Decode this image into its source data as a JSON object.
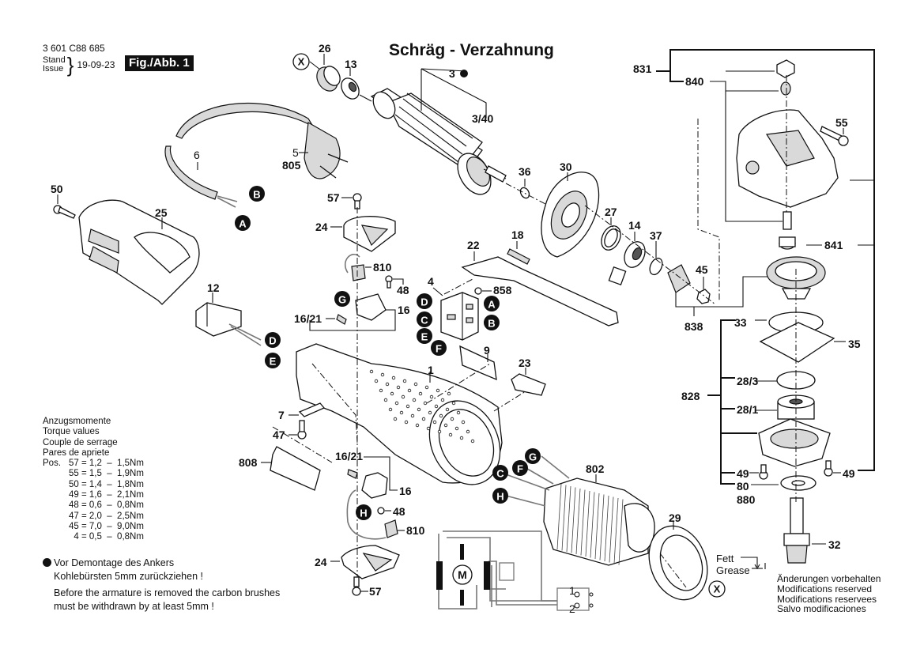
{
  "header": {
    "part_number": "3 601 C88 685",
    "stand_label": "Stand",
    "issue_label": "Issue",
    "issue_date": "19-09-23",
    "figure_badge": "Fig./Abb. 1",
    "title": "Schräg - Verzahnung"
  },
  "torque": {
    "headings": [
      "Anzugsmomente",
      "Torque values",
      "Couple de serrage",
      "Pares de apriete"
    ],
    "pos_label": "Pos.",
    "rows": [
      {
        "pos": "57",
        "min": "1,2",
        "max": "1,5Nm"
      },
      {
        "pos": "55",
        "min": "1,5",
        "max": "1,9Nm"
      },
      {
        "pos": "50",
        "min": "1,4",
        "max": "1,8Nm"
      },
      {
        "pos": "49",
        "min": "1,6",
        "max": "2,1Nm"
      },
      {
        "pos": "48",
        "min": "0,6",
        "max": "0,8Nm"
      },
      {
        "pos": "47",
        "min": "2,0",
        "max": "2,5Nm"
      },
      {
        "pos": "45",
        "min": "7,0",
        "max": "9,0Nm"
      },
      {
        "pos": "4",
        "min": "0,5",
        "max": "0,8Nm"
      }
    ]
  },
  "note": {
    "de_line1": "Vor Demontage des Ankers",
    "de_line2": "Kohlebürsten 5mm zurückziehen !",
    "en_line1": "Before the armature is removed the carbon brushes",
    "en_line2": "must be withdrawn by at least 5mm !"
  },
  "modifications": [
    "Änderungen vorbehalten",
    "Modifications reserved",
    "Modifications reservees",
    "Salvo modificaciones"
  ],
  "grease": {
    "de": "Fett",
    "en": "Grease"
  },
  "connector_markers": {
    "A": "A",
    "B": "B",
    "C": "C",
    "D": "D",
    "E": "E",
    "F": "F",
    "G": "G",
    "H": "H"
  },
  "x_marker": "X",
  "motor_symbol": "M",
  "switch_terminals": [
    "1",
    "2"
  ],
  "part_labels": {
    "p26": "26",
    "p13": "13",
    "p3": "3",
    "p3_40": "3/40",
    "p36": "36",
    "p30": "30",
    "p6": "6",
    "p5": "5",
    "p805": "805",
    "p50": "50",
    "p25": "25",
    "p12": "12",
    "p57a": "57",
    "p24a": "24",
    "p810a": "810",
    "p48a": "48",
    "p16a": "16",
    "p16_21a": "16/21",
    "p22": "22",
    "p18": "18",
    "p4": "4",
    "p858": "858",
    "p9": "9",
    "p23": "23",
    "p1": "1",
    "p7": "7",
    "p47": "47",
    "p808": "808",
    "p16_21b": "16/21",
    "p16b": "16",
    "p48b": "48",
    "p810b": "810",
    "p24b": "24",
    "p57b": "57",
    "p802": "802",
    "p29": "29",
    "p27": "27",
    "p14": "14",
    "p37": "37",
    "p45": "45",
    "p838": "838",
    "p831": "831",
    "p840": "840",
    "p55": "55",
    "p841": "841",
    "p33": "33",
    "p35": "35",
    "p828": "828",
    "p28_3": "28/3",
    "p28_1": "28/1",
    "p49a": "49",
    "p49b": "49",
    "p80": "80",
    "p880": "880",
    "p32": "32"
  }
}
